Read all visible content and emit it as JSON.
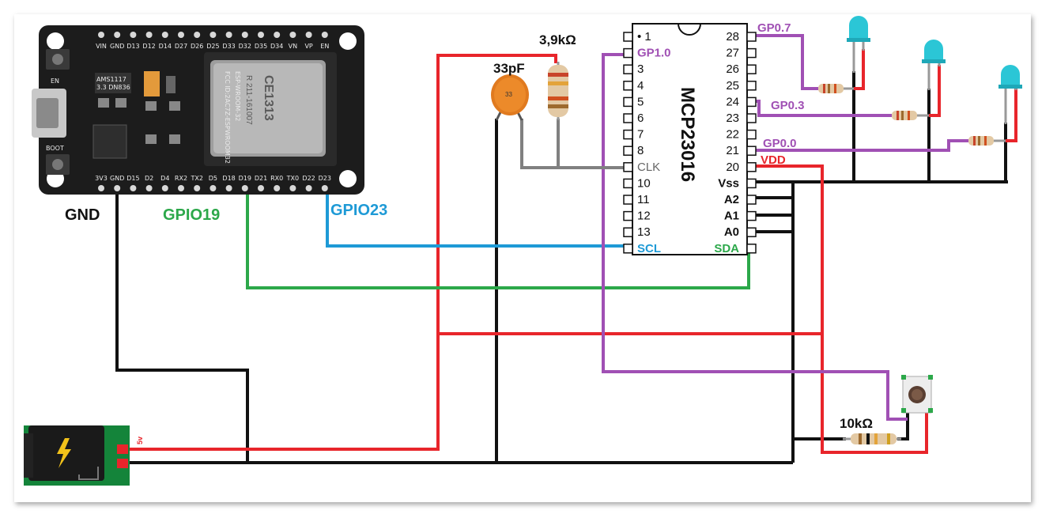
{
  "colors": {
    "gnd": "#111111",
    "power": "#e8252b",
    "gpio19": "#2ca84a",
    "gpio23": "#1e9ad6",
    "gp_purple": "#a050b4",
    "clk": "#808080"
  },
  "board": {
    "top_pins": [
      "VIN",
      "GND",
      "D13",
      "D12",
      "D14",
      "D27",
      "D26",
      "D25",
      "D33",
      "D32",
      "D35",
      "D34",
      "VN",
      "VP",
      "EN"
    ],
    "bottom_pins": [
      "3V3",
      "GND",
      "D15",
      "D2",
      "D4",
      "RX2",
      "TX2",
      "D5",
      "D18",
      "D19",
      "D21",
      "RX0",
      "TX0",
      "D22",
      "D23"
    ],
    "en_label": "EN",
    "boot_label": "BOOT",
    "module_text": [
      "ESP-WROOM-32",
      "FCC ID:2AC7Z-ESPWROOM32",
      "CE1313",
      "R 211-161007"
    ],
    "regulator_text": [
      "AMS1117",
      "3.3 DN836"
    ],
    "icons": [
      "esp32-board-icon",
      "wifi-module-icon",
      "usb-port-icon"
    ]
  },
  "labels": {
    "gnd": "GND",
    "gpio19": "GPIO19",
    "gpio23": "GPIO23",
    "cap": "33pF",
    "cap_mark": "33",
    "res_top": "3,9kΩ",
    "res_bottom": "10kΩ",
    "five_v": "5v"
  },
  "chip": {
    "name": "MCP23016",
    "left_pins": [
      "• 1",
      "GP1.0",
      "3",
      "4",
      "5",
      "6",
      "7",
      "8",
      "CLK",
      "10",
      "11",
      "12",
      "13",
      "SCL"
    ],
    "right_pins": [
      "28",
      "27",
      "26",
      "25",
      "24",
      "23",
      "22",
      "21",
      "20",
      "Vss",
      "A2",
      "A1",
      "A0",
      "SDA"
    ],
    "gp_labels": [
      "GP0.7",
      "GP0.3",
      "GP0.0"
    ],
    "vdd": "VDD"
  }
}
